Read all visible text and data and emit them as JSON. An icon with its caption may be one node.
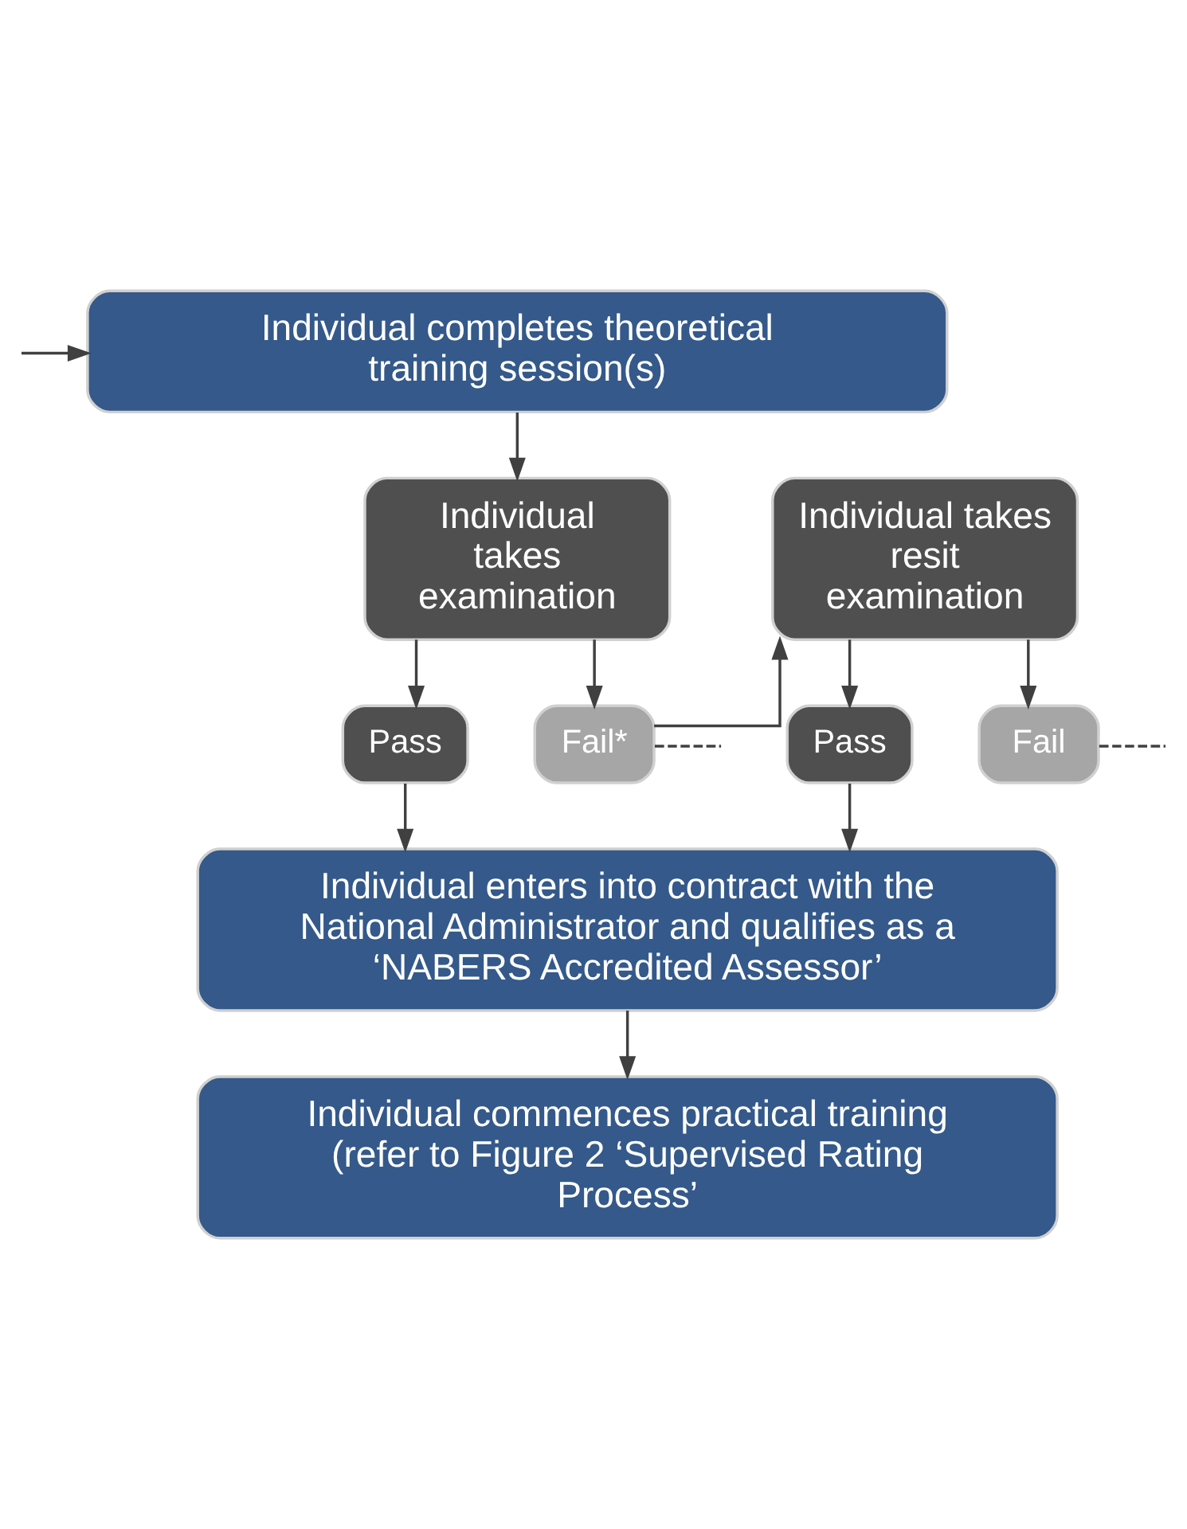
{
  "diagram": {
    "nodes": [
      {
        "text": [
          "Individual completes theoretical training session(s)"
        ]
      },
      {
        "text": [
          "Individual takes examination"
        ]
      },
      {
        "text": [
          "Pass"
        ]
      },
      {
        "text": [
          "Fail*"
        ]
      },
      {
        "text": [
          "Individual takes resit examination"
        ]
      },
      {
        "text": [
          "Pass"
        ]
      },
      {
        "text": [
          "Fail"
        ]
      },
      {
        "text": [
          "Individual enters into contract with the National Administrator and qualifies as a ‘NABERS Accredited Assessor’"
        ]
      },
      {
        "text": [
          "Individual commences practical training (refer to Figure 2 ‘Supervised Rating Process’"
        ]
      }
    ],
    "edges": [
      {
        "from": 0,
        "to": 1,
        "arrow": "to"
      },
      {
        "from": 1,
        "to": 2,
        "arrow": "to"
      },
      {
        "from": 1,
        "to": 3,
        "arrow": "to"
      },
      {
        "from": 3,
        "to": 4,
        "arrow": "to"
      },
      {
        "from": 4,
        "to": 5,
        "arrow": "to"
      },
      {
        "from": 4,
        "to": 6,
        "arrow": "to"
      },
      {
        "from": 2,
        "to": 7,
        "arrow": "to"
      },
      {
        "from": 5,
        "to": 7,
        "arrow": "to"
      },
      {
        "from": 7,
        "to": 8,
        "arrow": "to"
      },
      {
        "from": 6,
        "to": null,
        "arrow": "none",
        "style": "dashed"
      },
      {
        "from": 3,
        "to": null,
        "arrow": "none",
        "style": "dashed"
      },
      {
        "from": null,
        "to": 0,
        "arrow": "to"
      }
    ]
  }
}
